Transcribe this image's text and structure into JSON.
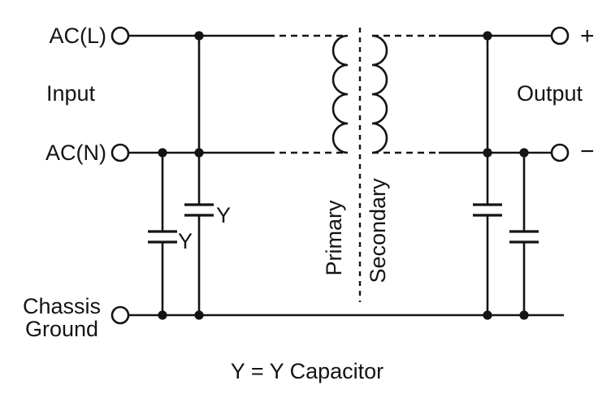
{
  "diagram": {
    "left_labels": {
      "ac_l": "AC(L)",
      "input": "Input",
      "ac_n": "AC(N)",
      "chassis_line1": "Chassis",
      "chassis_line2": "Ground"
    },
    "right_labels": {
      "output": "Output",
      "plus": "+",
      "minus": "−"
    },
    "transformer": {
      "primary": "Primary",
      "secondary": "Secondary"
    },
    "capacitors": {
      "y_upper": "Y",
      "y_lower": "Y"
    },
    "caption": "Y = Y Capacitor",
    "colors": {
      "line": "#141414",
      "background": "#ffffff"
    }
  }
}
